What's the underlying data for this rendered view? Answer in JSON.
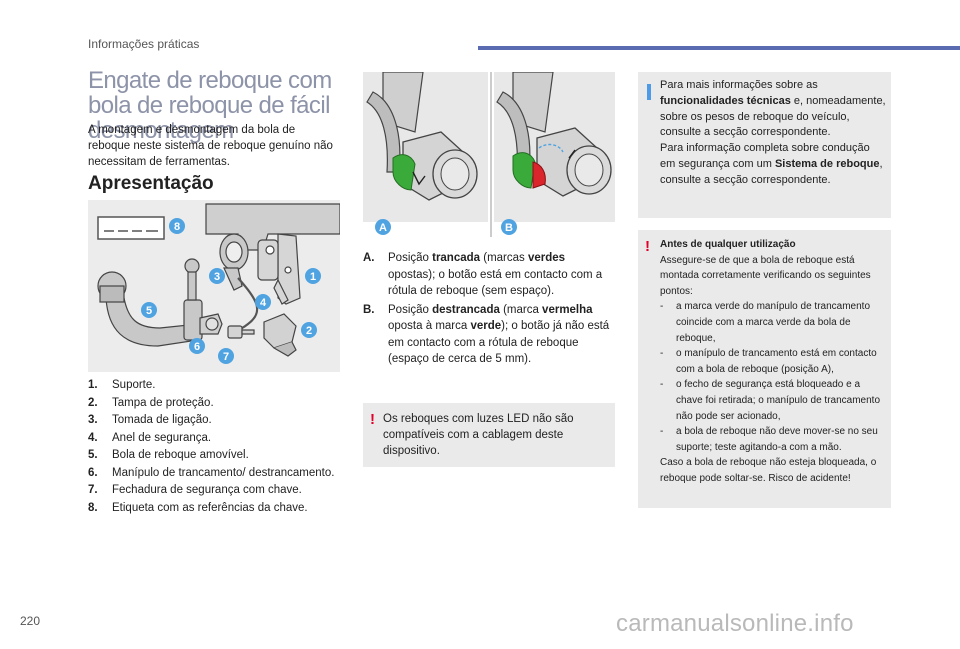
{
  "header": {
    "section": "Informações práticas"
  },
  "title": "Engate de reboque com bola de reboque de fácil desmontagem",
  "intro": "A montagem e desmontagem da bola de reboque neste sistema de reboque genuíno não necessitam de ferramentas.",
  "subtitle": "Apresentação",
  "figure1": {
    "callouts": [
      "8",
      "3",
      "1",
      "4",
      "5",
      "2",
      "6",
      "7"
    ]
  },
  "parts": [
    {
      "n": "1.",
      "t": "Suporte."
    },
    {
      "n": "2.",
      "t": "Tampa de proteção."
    },
    {
      "n": "3.",
      "t": "Tomada de ligação."
    },
    {
      "n": "4.",
      "t": "Anel de segurança."
    },
    {
      "n": "5.",
      "t": "Bola de reboque amovível."
    },
    {
      "n": "6.",
      "t": "Manípulo de trancamento/ destrancamento."
    },
    {
      "n": "7.",
      "t": "Fechadura de segurança com chave."
    },
    {
      "n": "8.",
      "t": "Etiqueta com as referências da chave."
    }
  ],
  "figure2": {
    "labelA": "A",
    "labelB": "B"
  },
  "positions": {
    "a": {
      "key": "A.",
      "p1": "Posição ",
      "b1": "trancada",
      "p2": " (marcas ",
      "b2": "verdes",
      "p3": " opostas); o botão está em contacto com a rótula de reboque (sem espaço)."
    },
    "b": {
      "key": "B.",
      "p1": "Posição ",
      "b1": "destrancada",
      "p2": " (marca ",
      "b2": "vermelha",
      "p3": " oposta à marca ",
      "b3": "verde",
      "p4": "); o botão já não está em contacto com a rótula de reboque (espaço de cerca de 5 mm)."
    }
  },
  "led_note": "Os reboques com luzes LED não são compatíveis com a cablagem deste dispositivo.",
  "info": {
    "p1": "Para mais informações sobre as ",
    "b1": "funcionalidades técnicas",
    "p2": " e, nomeadamente, sobre os pesos de reboque do veículo, consulte a secção correspondente.",
    "p3": "Para informação completa sobre condução em segurança com um ",
    "b2": "Sistema de reboque",
    "p4": ", consulte a secção correspondente."
  },
  "warning": {
    "heading": "Antes de qualquer utilização",
    "intro": "Assegure-se de que a bola de reboque está montada corretamente verificando os seguintes pontos:",
    "bullets": [
      "a marca verde do manípulo de trancamento coincide com a marca verde da bola de reboque,",
      "o manípulo de trancamento está em contacto com a bola de reboque (posição A),",
      "o fecho de segurança está bloqueado e a chave foi retirada; o manípulo de trancamento não pode ser acionado,",
      "a bola de reboque não deve mover-se no seu suporte; teste agitando-a com a mão."
    ],
    "outro": "Caso a bola de reboque não esteja bloqueada, o reboque pode soltar-se. Risco de acidente!"
  },
  "footer": {
    "page": "220",
    "watermark": "carmanualsonline.info"
  },
  "colors": {
    "accent": "#5b6bb1",
    "callout": "#4fa3e0",
    "green": "#3aab3a",
    "red": "#d9252b",
    "box": "#eaeaea"
  }
}
